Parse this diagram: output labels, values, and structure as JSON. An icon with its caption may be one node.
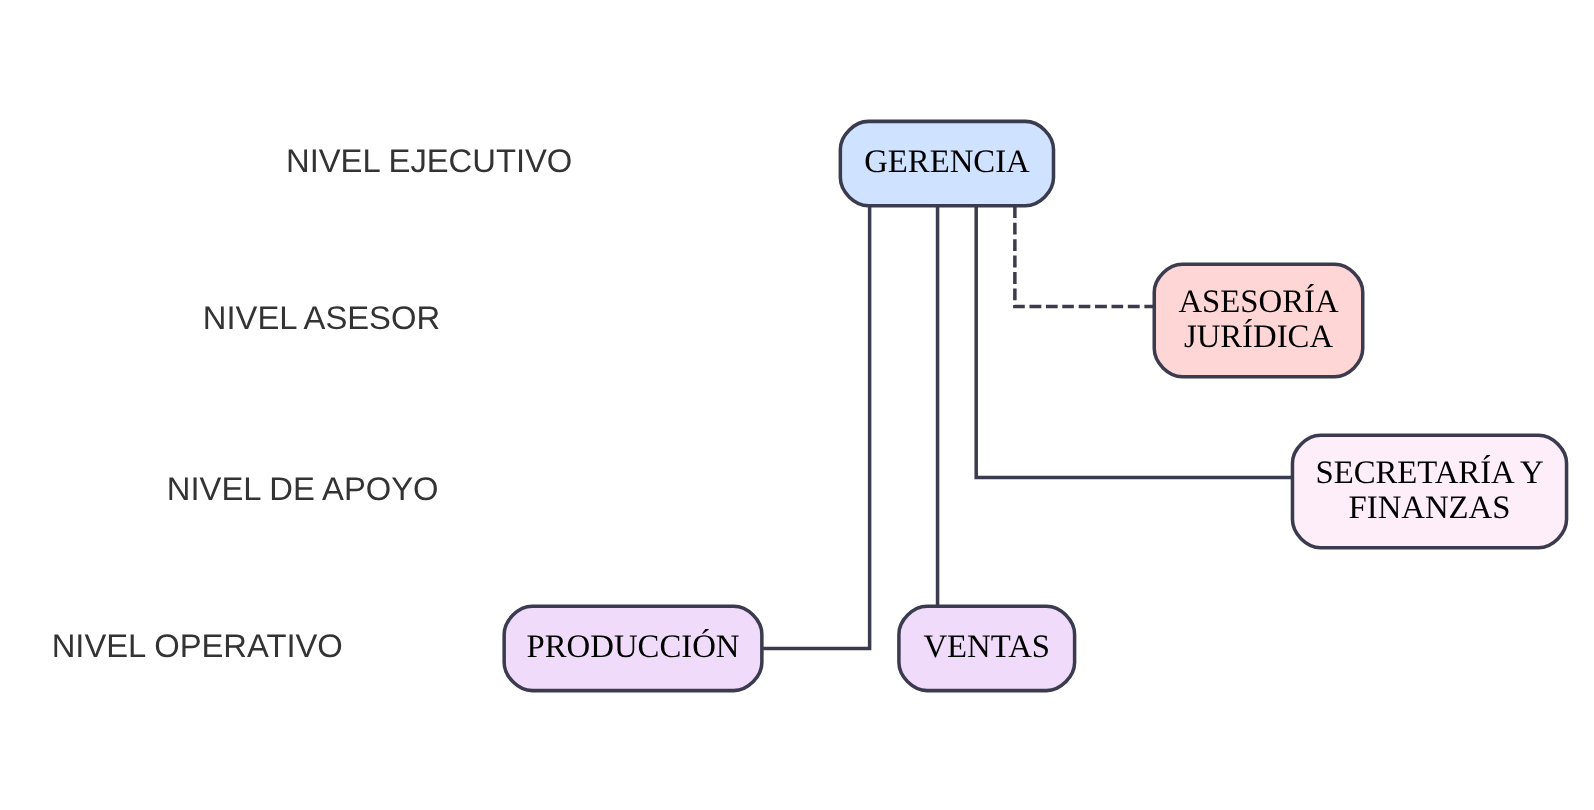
{
  "diagram": {
    "nodes": [
      {
        "text": [
          "GERENCIA"
        ]
      },
      {
        "text": [
          "ASESORÍA JURÍDICA"
        ]
      },
      {
        "text": [
          "SECRETARÍA Y FINANZAS"
        ]
      },
      {
        "text": [
          "PRODUCCIÓN"
        ]
      },
      {
        "text": [
          "VENTAS"
        ]
      }
    ],
    "edges": [
      {
        "from": 0,
        "to": 1,
        "arrow": "none",
        "style": "dashed"
      },
      {
        "from": 0,
        "to": 2,
        "arrow": "none"
      },
      {
        "from": 0,
        "to": 3,
        "arrow": "none"
      },
      {
        "from": 0,
        "to": 4,
        "arrow": "none"
      }
    ],
    "labels": [
      "NIVEL EJECUTIVO",
      "NIVEL ASESOR",
      "NIVEL DE APOYO",
      "NIVEL OPERATIVO"
    ]
  }
}
